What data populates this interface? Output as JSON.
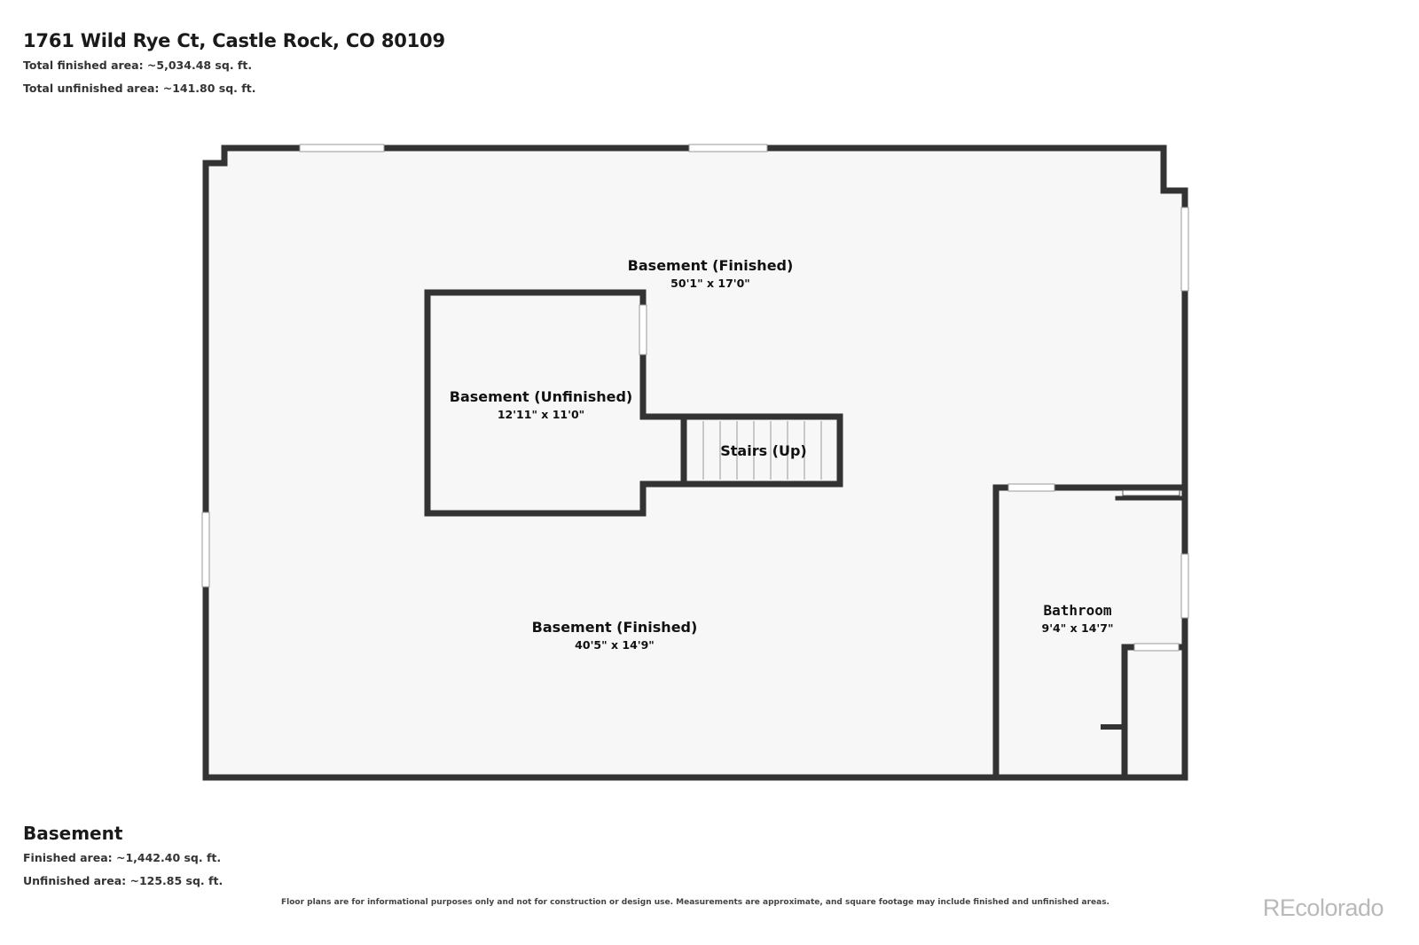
{
  "header": {
    "address": "1761 Wild Rye Ct, Castle Rock, CO 80109",
    "total_finished": "Total finished area: ~5,034.48 sq. ft.",
    "total_unfinished": "Total unfinished area: ~141.80 sq. ft."
  },
  "rooms": {
    "basement_finished_top": {
      "name": "Basement (Finished)",
      "dims": "50'1\" x 17'0\""
    },
    "basement_unfinished": {
      "name": "Basement (Unfinished)",
      "dims": "12'11\" x 11'0\""
    },
    "stairs": {
      "name": "Stairs (Up)"
    },
    "basement_finished_bottom": {
      "name": "Basement (Finished)",
      "dims": "40'5\" x 14'9\""
    },
    "bathroom": {
      "name": "Bathroom",
      "dims": "9'4\" x 14'7\""
    }
  },
  "floor": {
    "name": "Basement",
    "finished": "Finished area: ~1,442.40 sq. ft.",
    "unfinished": "Unfinished area: ~125.85 sq. ft."
  },
  "disclaimer": "Floor plans are for informational purposes only and not for construction or design use. Measurements are approximate, and square footage may include finished and unfinished areas.",
  "brand": "REcolorado",
  "colors": {
    "wall": "#333333",
    "floor": "#f7f7f7",
    "window": "#ffffff"
  }
}
